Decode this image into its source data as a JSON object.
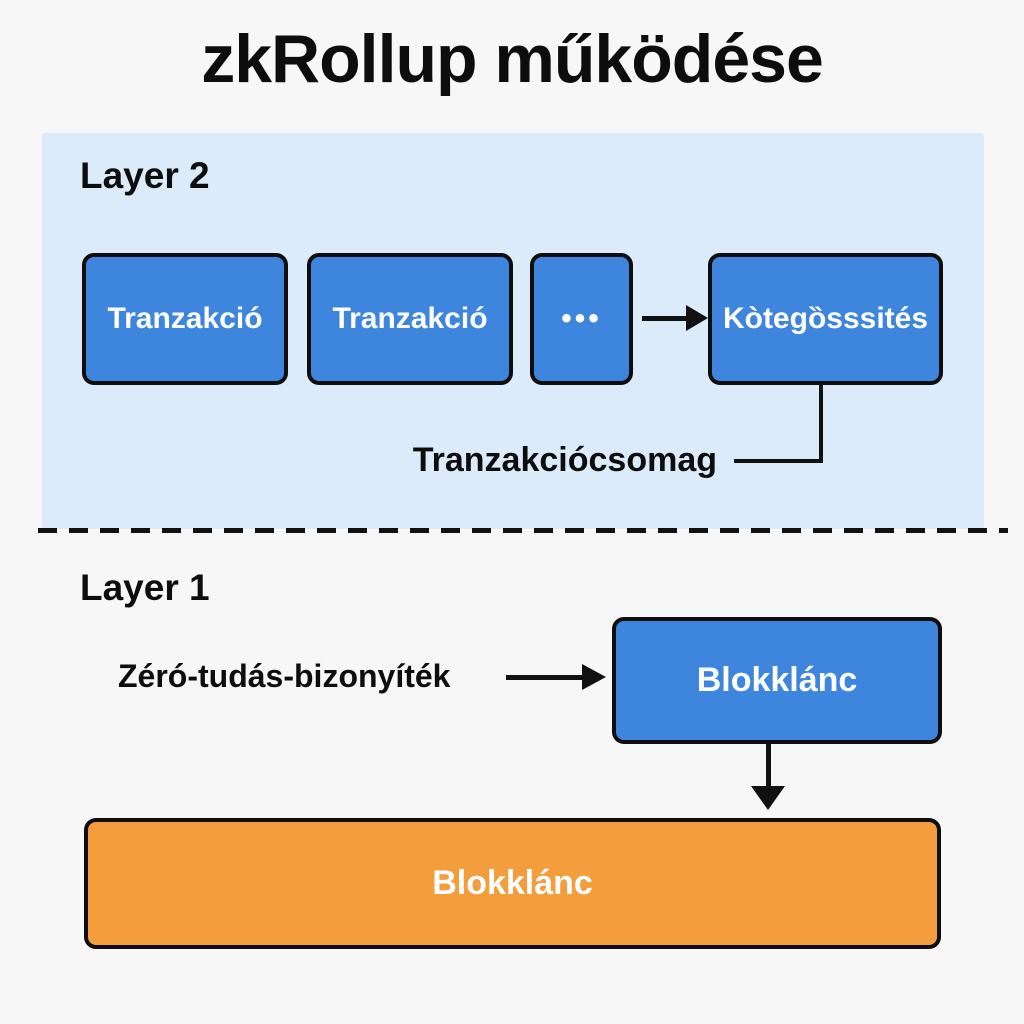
{
  "title": "zkRollup működése",
  "colors": {
    "background": "#f7f7f7",
    "layer2_panel": "#dcebfa",
    "node_blue": "#3e86dd",
    "node_orange": "#f39d3c",
    "border_black": "#0e0e0e",
    "text_dark": "#0d0d0d",
    "text_white": "#ffffff"
  },
  "layer2": {
    "label": "Layer 2",
    "boxes": [
      {
        "label": "Tranzakció"
      },
      {
        "label": "Tranzakció"
      },
      {
        "label": "•••"
      },
      {
        "label": "Kòtegȍsssités"
      }
    ],
    "bundle_label": "Tranzakciócsomag"
  },
  "layer1": {
    "label": "Layer 1",
    "proof_label": "Zéró-tudás-bizonyíték",
    "rollup_contract_label": "Blokklánc",
    "chain_label": "Blokklánc"
  }
}
